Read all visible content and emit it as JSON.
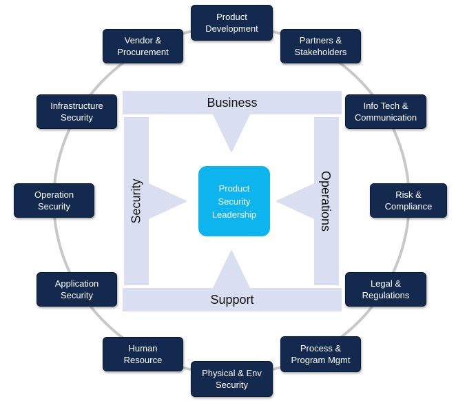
{
  "center": {
    "label": "Product\nSecurity\nLeadership"
  },
  "bands": {
    "top": "Business",
    "bottom": "Support",
    "left": "Security",
    "right": "Operations"
  },
  "nodes": [
    {
      "id": "product-development",
      "label": "Product\nDevelopment"
    },
    {
      "id": "partners-stakeholders",
      "label": "Partners &\nStakeholders"
    },
    {
      "id": "info-tech-communication",
      "label": "Info Tech &\nCommunication"
    },
    {
      "id": "risk-compliance",
      "label": "Risk &\nCompliance"
    },
    {
      "id": "legal-regulations",
      "label": "Legal &\nRegulations"
    },
    {
      "id": "process-program-mgmt",
      "label": "Process &\nProgram Mgmt"
    },
    {
      "id": "physical-env-security",
      "label": "Physical & Env\nSecurity"
    },
    {
      "id": "human-resource",
      "label": "Human\nResource"
    },
    {
      "id": "application-security",
      "label": "Application\nSecurity"
    },
    {
      "id": "operation-security",
      "label": "Operation\nSecurity"
    },
    {
      "id": "infrastructure-security",
      "label": "Infrastructure\nSecurity"
    },
    {
      "id": "vendor-procurement",
      "label": "Vendor &\nProcurement"
    }
  ],
  "colors": {
    "node_fill": "#132a4e",
    "center_fill": "#0db4ee",
    "band_fill": "#d9def0",
    "ring": "#c8c8c8"
  }
}
